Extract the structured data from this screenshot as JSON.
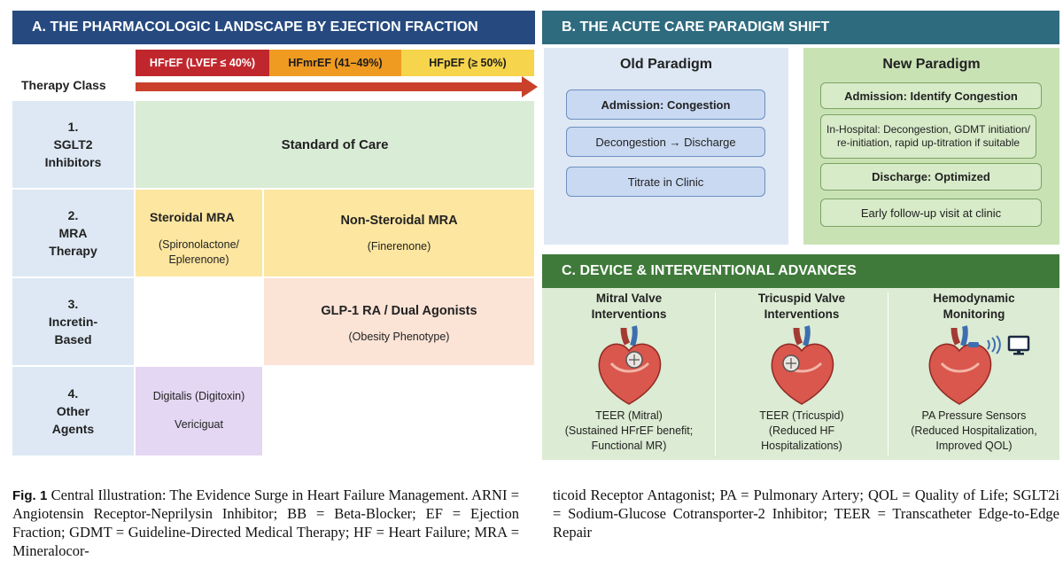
{
  "panel_a": {
    "header": "A. THE PHARMACOLOGIC LANDSCAPE BY EJECTION FRACTION",
    "ef_bands": [
      {
        "label": "HFrEF (LVEF ≤ 40%)",
        "color": "#c0272d"
      },
      {
        "label": "HFmrEF (41–49%)",
        "color": "#ef9b22"
      },
      {
        "label": "HFpEF (≥ 50%)",
        "color": "#f6d44c"
      }
    ],
    "therapy_class_label": "Therapy Class",
    "rows": [
      {
        "label": "1.\nSGLT2\nInhibitors"
      },
      {
        "label": "2.\nMRA\nTherapy"
      },
      {
        "label": "3.\nIncretin-\nBased"
      },
      {
        "label": "4.\nOther\nAgents"
      }
    ],
    "sglt2_cell": "Standard of Care",
    "mra_steroidal": {
      "title": "Steroidal MRA",
      "sub": "(Spironolactone/\nEplerenone)"
    },
    "mra_nonsteroidal": {
      "title": "Non-Steroidal MRA",
      "sub": "(Finerenone)"
    },
    "incretin": {
      "title": "GLP-1 RA / Dual Agonists",
      "sub": "(Obesity Phenotype)"
    },
    "other": {
      "line1": "Digitalis (Digitoxin)",
      "line2": "Vericiguat"
    }
  },
  "panel_b": {
    "header": "B. THE ACUTE CARE PARADIGM SHIFT",
    "old_title": "Old Paradigm",
    "old_items": [
      "Admission: Congestion",
      "Decongestion → Discharge",
      "Titrate in Clinic"
    ],
    "new_title": "New Paradigm",
    "new_items": [
      "Admission: Identify Congestion",
      "In-Hospital: Decongestion, GDMT initiation/ re-initiation, rapid up-titration if suitable",
      "Discharge: Optimized",
      "Early follow-up visit at clinic"
    ]
  },
  "panel_c": {
    "header": "C. DEVICE & INTERVENTIONAL ADVANCES",
    "columns": [
      {
        "title": "Mitral Valve\nInterventions",
        "desc": "TEER (Mitral)\n(Sustained HFrEF benefit;\nFunctional MR)"
      },
      {
        "title": "Tricuspid Valve\nInterventions",
        "desc": "TEER (Tricuspid)\n(Reduced HF\nHospitalizations)"
      },
      {
        "title": "Hemodynamic\nMonitoring",
        "desc": "PA Pressure Sensors\n(Reduced Hospitalization,\nImproved QOL)"
      }
    ]
  },
  "caption": {
    "fig_label": "Fig. 1",
    "left_text": "Central Illustration: The Evidence Surge in Heart Failure Management. ARNI = Angiotensin Receptor-Neprilysin Inhibitor; BB = Beta-Blocker; EF = Ejection Fraction; GDMT = Guideline-Directed Medical Therapy; HF = Heart Failure; MRA = Mineralocor-",
    "right_text": "ticoid Receptor Antagonist; PA = Pulmonary Artery; QOL = Quality of Life; SGLT2i = Sodium-Glucose Cotransporter-2 Inhibitor; TEER = Transcatheter Edge-to-Edge Repair"
  },
  "colors": {
    "panel_a_header": "#264a80",
    "panel_b_header": "#2f6b7f",
    "panel_c_header": "#3f7a3a",
    "sglt2": "#d9ecd6",
    "mra": "#fce6a0",
    "incretin": "#fbe3d6",
    "other": "#e4d7f3",
    "row_label": "#dde8f4",
    "old_bg": "#dde8f4",
    "new_bg": "#c9e2b4",
    "device_bg": "#dcebd3",
    "arrow": "#c9402b"
  }
}
